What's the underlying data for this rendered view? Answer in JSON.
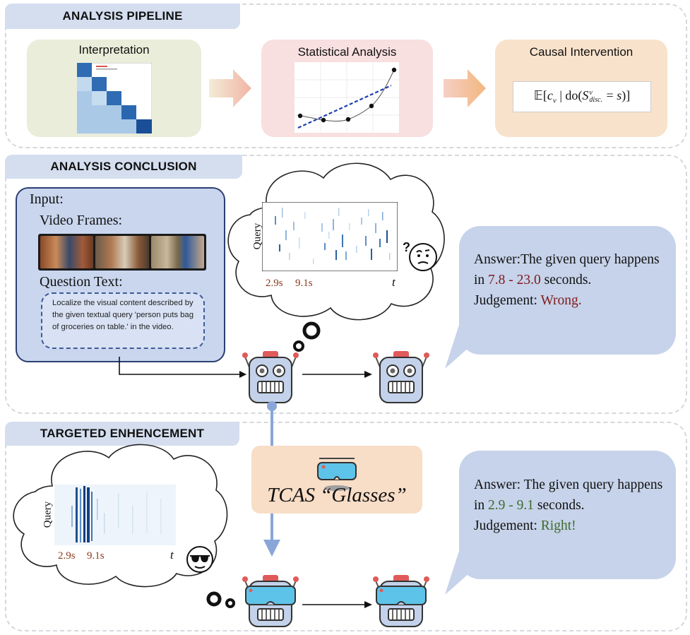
{
  "sections": {
    "pipeline": "ANALYSIS PIPELINE",
    "conclusion": "ANALYSIS CONCLUSION",
    "enhancement": "TARGETED ENHENCEMENT"
  },
  "pipeline_stages": {
    "interpretation": "Interpretation",
    "statistical": "Statistical Analysis",
    "causal": "Causal Intervention",
    "causal_formula": "𝔼[c_v | do(S^v_disc. = s)]"
  },
  "input_panel": {
    "title": "Input:",
    "video_frames": "Video Frames:",
    "question_text": "Question Text:",
    "question": "Localize the visual content described by the given textual query 'person puts bag of groceries on table.' in the video."
  },
  "heatmap_top": {
    "ylabel": "Query",
    "tick1": "2.9s",
    "tick2": "9.1s",
    "xlabel": "t"
  },
  "heatmap_bottom": {
    "ylabel": "Query",
    "tick1": "2.9s",
    "tick2": "9.1s",
    "xlabel": "t"
  },
  "answer_wrong": {
    "prefix": "Answer:The given query happens in ",
    "range": "7.8 - 23.0",
    "suffix": " seconds.",
    "judgement_label": "Judgement: ",
    "judgement": "Wrong."
  },
  "answer_right": {
    "prefix": "Answer: The given query happens in ",
    "range": "2.9 - 9.1",
    "suffix": " seconds.",
    "judgement_label": "Judgement: ",
    "judgement": "Right!"
  },
  "glasses_label": "TCAS “Glasses”",
  "colors": {
    "header_bg": "#d4deef",
    "interp_bg": "#e9edda",
    "stat_bg": "#f8dfe0",
    "causal_bg": "#f9e2cb",
    "bubble_bg": "#c6d3ea",
    "wrong": "#7f1a1a",
    "right": "#3f6b2a",
    "arrow_blue": "#8aa6d8"
  }
}
